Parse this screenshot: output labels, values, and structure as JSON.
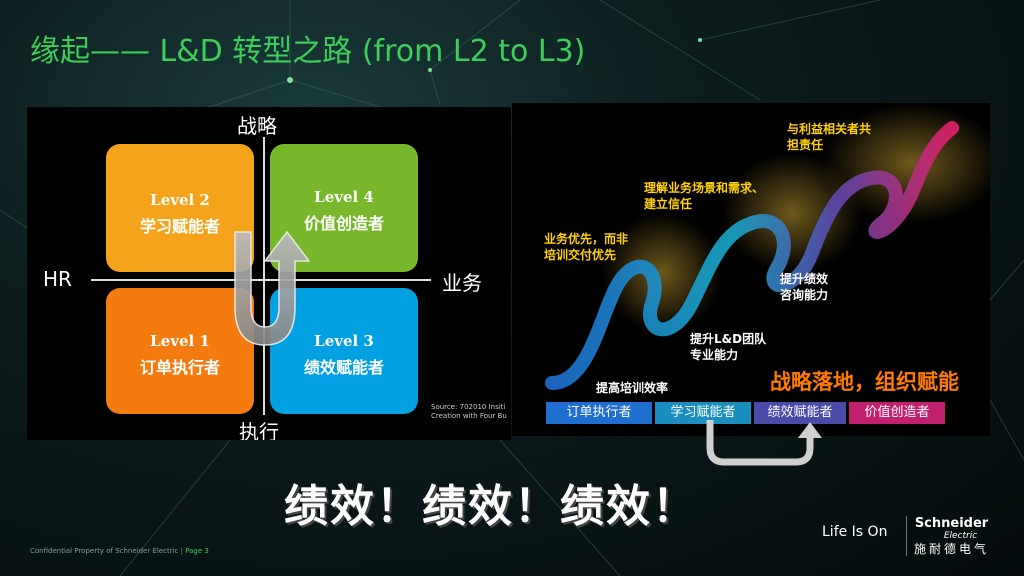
{
  "slide": {
    "title": "缘起—— L&D 转型之路 (from L2 to L3)",
    "slogan": "绩效！绩效！绩效！"
  },
  "matrix": {
    "axis_top": "战略",
    "axis_bottom": "执行",
    "axis_left": "HR",
    "axis_right": "业务",
    "quadrants": [
      {
        "level": "Level 2",
        "name": "学习赋能者",
        "color": "#f5a31a"
      },
      {
        "level": "Level 4",
        "name": "价值创造者",
        "color": "#76b82a"
      },
      {
        "level": "Level 1",
        "name": "订单执行者",
        "color": "#f47b10"
      },
      {
        "level": "Level 3",
        "name": "绩效赋能者",
        "color": "#00a0e3"
      }
    ],
    "source_line1": "Source: 702010 Insiti",
    "source_line2": "Creation with Four Bu"
  },
  "journey": {
    "texts": {
      "t1": "与利益相关者共",
      "t1b": "担责任",
      "t2": "理解业务场景和需求、",
      "t2b": "建立信任",
      "t3": "业务优先，而非",
      "t3b": "培训交付优先",
      "t4": "提升绩效",
      "t4b": "咨询能力",
      "t5": "提升L&D团队",
      "t5b": "专业能力",
      "t6": "提高培训效率"
    },
    "slogan": "战略落地，组织赋能",
    "stages": [
      {
        "label": "订单执行者",
        "color": "#1e6fd0"
      },
      {
        "label": "学习赋能者",
        "color": "#1a8fbf"
      },
      {
        "label": "绩效赋能者",
        "color": "#4a4aa8"
      },
      {
        "label": "价值创造者",
        "color": "#c0206e"
      }
    ]
  },
  "footer": {
    "text": "Confidential Property of Schneider Electric | ",
    "page": "Page 3",
    "tagline": "Life Is On",
    "brand": "Schneider",
    "brand_sub": "Electric",
    "brand_cn": "施耐德电气"
  }
}
